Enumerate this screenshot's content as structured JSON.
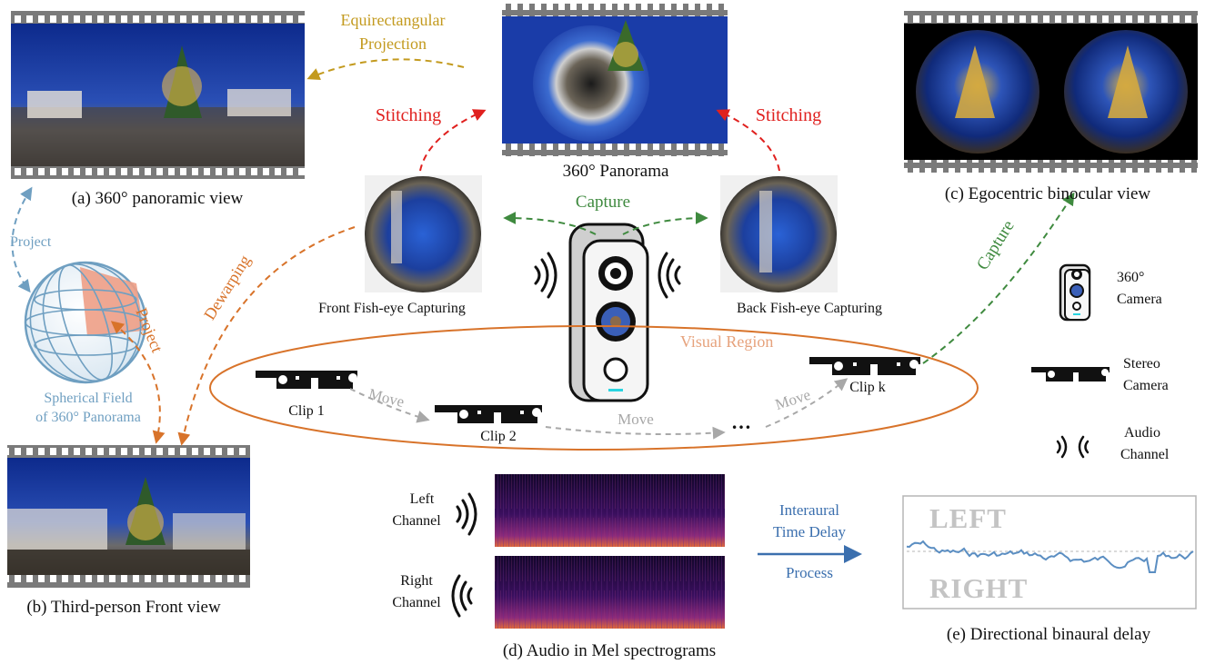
{
  "panels": {
    "a_caption": "(a) 360° panoramic view",
    "b_caption": "(b) Third-person Front view",
    "c_caption": "(c) Egocentric binocular view",
    "d_caption": "(d) Audio in Mel spectrograms",
    "e_caption": "(e) Directional binaural delay",
    "panorama_caption": "360° Panorama"
  },
  "arrows": {
    "equirect_line1": "Equirectangular",
    "equirect_line2": "Projection",
    "stitching_left": "Stitching",
    "stitching_right": "Stitching",
    "capture_top": "Capture",
    "capture_right": "Capture",
    "project_left": "Project",
    "project_sphere": "Project",
    "dewarping": "Dewarping",
    "interaural_line1": "Interaural",
    "interaural_line2": "Time Delay",
    "process": "Process"
  },
  "fisheye": {
    "front": "Front Fish-eye Capturing",
    "back": "Back Fish-eye Capturing"
  },
  "sphere": {
    "line1": "Spherical Field",
    "line2": "of 360° Panorama"
  },
  "region": {
    "label": "Visual Region",
    "clips": [
      "Clip 1",
      "Clip 2",
      "Clip k"
    ],
    "moves": [
      "Move",
      "Move",
      "Move"
    ],
    "ellipsis": "…"
  },
  "audio": {
    "left_line1": "Left",
    "left_line2": "Channel",
    "right_line1": "Right",
    "right_line2": "Channel"
  },
  "delay": {
    "left_word": "LEFT",
    "right_word": "RIGHT"
  },
  "legend": {
    "camera_line1": "360°",
    "camera_line2": "Camera",
    "stereo_line1": "Stereo",
    "stereo_line2": "Camera",
    "audio_line1": "Audio",
    "audio_line2": "Channel"
  },
  "colors": {
    "stitching": "#e0201e",
    "capture": "#3f8a3f",
    "equirectangular": "#c39a1e",
    "project_blue": "#6f9fc1",
    "dewarp_orange": "#d8732a",
    "region_ellipse": "#d8732a",
    "move_grey": "#a8a8a8",
    "interaural_blue": "#3b6fae"
  }
}
